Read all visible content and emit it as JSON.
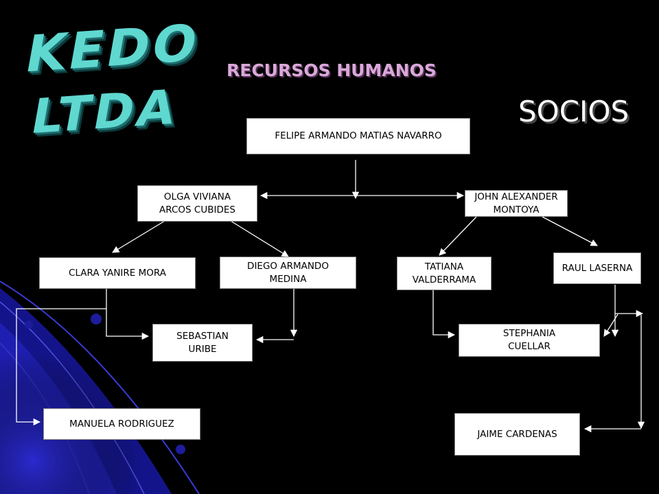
{
  "logo": {
    "line1": "KEDO",
    "line2": "LTDA"
  },
  "heading": "RECURSOS HUMANOS",
  "section_title": "SOCIOS",
  "nodes": {
    "felipe": "FELIPE ARMANDO MATIAS NAVARRO",
    "olga": "OLGA VIVIANA\nARCOS CUBIDES",
    "john": "JOHN ALEXANDER\nMONTOYA",
    "clara": "CLARA YANIRE MORA",
    "diego": "DIEGO ARMANDO\nMEDINA",
    "tatiana": "TATIANA\nVALDERRAMA",
    "raul": "RAUL LASERNA",
    "sebastian": "SEBASTIAN\nURIBE",
    "stephania": "STEPHANIA\nCUELLAR",
    "manuela": "MANUELA RODRIGUEZ",
    "jaime": "JAIME CARDENAS"
  },
  "colors": {
    "background": "#000000",
    "logo": "#5fd8d0",
    "heading": "#d9a8d9",
    "title": "#ffffff",
    "node_fill": "#ffffff",
    "connector": "#ffffff",
    "decor_blue": "#1a1aa8"
  }
}
